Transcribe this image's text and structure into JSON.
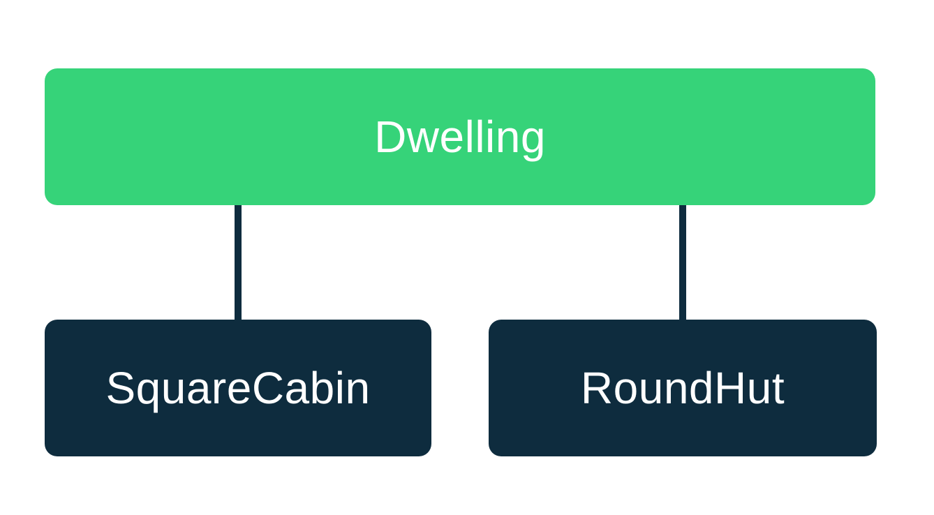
{
  "diagram": {
    "type": "class-hierarchy",
    "root": {
      "label": "Dwelling"
    },
    "children": [
      {
        "label": "SquareCabin"
      },
      {
        "label": "RoundHut"
      }
    ],
    "edges": [
      {
        "from": "Dwelling",
        "to": "SquareCabin"
      },
      {
        "from": "Dwelling",
        "to": "RoundHut"
      }
    ],
    "colors": {
      "background": "#ffffff",
      "root_fill": "#36d379",
      "child_fill": "#0e2c3e",
      "connector": "#0e2c3e",
      "text": "#ffffff"
    }
  }
}
